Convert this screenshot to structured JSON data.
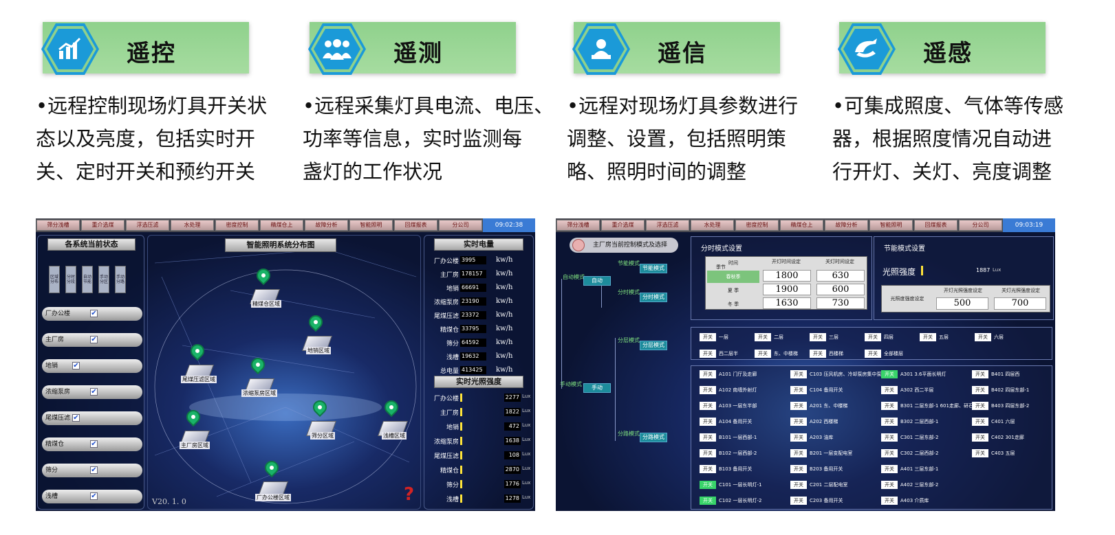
{
  "features": [
    {
      "title": "遥控",
      "icon": "chart-growth-icon",
      "lines": [
        "•远程控制现场灯具开关状",
        "态以及亮度，包括实时开",
        "关、定时开关和预约开关"
      ]
    },
    {
      "title": "遥测",
      "icon": "group-people-icon",
      "lines": [
        "•远程采集灯具电流、电压、",
        "功率等信息，实时监测每",
        "盏灯的工作状况"
      ]
    },
    {
      "title": "遥信",
      "icon": "person-laptop-icon",
      "lines": [
        "•远程对现场灯具参数进行",
        "调整、设置，包括照明策",
        "略、照明时间的调整"
      ]
    },
    {
      "title": "遥感",
      "icon": "hand-signal-icon",
      "lines": [
        "•可集成照度、气体等传感",
        "器，根据照度情况自动进",
        "行开灯、关灯、亮度调整"
      ]
    }
  ],
  "left_screen": {
    "tabs": [
      "筛分浅槽",
      "重介选煤",
      "浮选压滤",
      "水处理",
      "密度控制",
      "精煤仓上",
      "故障分析",
      "智能照明",
      "回煤报表",
      "分公司"
    ],
    "clock": "09:02:38",
    "status_title": "各系统当前状态",
    "status_buttons": [
      "区域分布",
      "分时分段",
      "自动节能",
      "手动分区",
      "手动分路"
    ],
    "systems": [
      "厂办公楼",
      "主厂房",
      "地销",
      "浓缩泵房",
      "尾煤压滤",
      "精煤仓",
      "筛分",
      "浅槽"
    ],
    "map_title": "智能照明系统分布图",
    "buildings": [
      "精煤仓区域",
      "地销区域",
      "尾煤压滤区域",
      "浓缩泵房区域",
      "主厂房区域",
      "筛分区域",
      "浅槽区域",
      "厂办公楼区域"
    ],
    "version": "V20. 1. 0",
    "help": "?",
    "energy_title": "实时电量",
    "energy": [
      [
        "厂办公楼",
        "3995"
      ],
      [
        "主厂房",
        "178157"
      ],
      [
        "地销",
        "66691"
      ],
      [
        "浓缩泵房",
        "23190"
      ],
      [
        "尾煤压滤",
        "23372"
      ],
      [
        "精煤仓",
        "33795"
      ],
      [
        "筛分",
        "64592"
      ],
      [
        "浅槽",
        "19632"
      ],
      [
        "总电量",
        "413425"
      ]
    ],
    "energy_unit": "kw/h",
    "lux_title": "实时光照强度",
    "lux": [
      [
        "厂办公楼",
        "2277"
      ],
      [
        "主厂房",
        "1822"
      ],
      [
        "地销",
        "472"
      ],
      [
        "浓缩泵房",
        "1638"
      ],
      [
        "尾煤压滤",
        "108"
      ],
      [
        "精煤仓",
        "2870"
      ],
      [
        "筛分",
        "1776"
      ],
      [
        "浅槽",
        "1278"
      ]
    ],
    "lux_unit": "Lux"
  },
  "right_screen": {
    "tabs": [
      "筛分浅槽",
      "重介选煤",
      "浮选压滤",
      "水处理",
      "密度控制",
      "精煤仓上",
      "故障分析",
      "智能照明",
      "回煤报表",
      "分公司"
    ],
    "clock": "09:03:19",
    "header": "主厂房当前控制模式及选择",
    "auto_mode": "自动模式",
    "auto_btn": "自动",
    "energy_mode": "节能模式",
    "time_mode": "分时模式",
    "energy_btn": "节能模式",
    "time_btn": "分时模式",
    "manual_mode": "手动模式",
    "manual_btn": "手动",
    "floor_mode": "分层模式",
    "floor_btn": "分层模式",
    "road_mode": "分路模式",
    "road_btn": "分路模式",
    "time_setting_title": "分时模式设置",
    "season_hdr": "季节",
    "time_hdr": "时间",
    "open_hdr": "开灯时间设定",
    "close_hdr": "关灯时间设定",
    "seasons": [
      [
        "春秋季",
        "1800",
        "630"
      ],
      [
        "夏 季",
        "1900",
        "600"
      ],
      [
        "冬 季",
        "1630",
        "730"
      ]
    ],
    "energy_setting_title": "节能模式设置",
    "lux_label": "光照强度",
    "lux_val": "1887",
    "lux_unit": "Lux",
    "lux_set_label": "光照度强度设定",
    "lux_open_hdr": "开灯光照强度设定",
    "lux_close_hdr": "关灯光照强度设定",
    "lux_open": "500",
    "lux_close": "700",
    "switch_label": "开关",
    "floors": [
      "一层",
      "二层",
      "三层",
      "四层",
      "五层",
      "六层",
      "西二层半",
      "东、中楼梯",
      "西楼梯",
      "全部楼层"
    ],
    "roads": [
      [
        "A101 门厅及走廊",
        "C103 压风机房、冷却泵房集中泵房",
        "A301 3.6平面长明灯",
        "B401 四层西"
      ],
      [
        "A102 南墙外射灯",
        "C104 备用开关",
        "A302 西二半层",
        "B402 四层东部-1"
      ],
      [
        "A103 一层东半部",
        "A201 东、中楼梯",
        "B301 二层东部-1 601走廊、研石仓",
        "B403 四层东部-2"
      ],
      [
        "A104 备用开关",
        "A202 西楼梯",
        "B302 二层西部-1",
        "C401 六层"
      ],
      [
        "B101 一层西部-1",
        "A203 油库",
        "C301 二层东部-2",
        "C402 301走廊"
      ],
      [
        "B102 一层西部-2",
        "B201 一层变配电室",
        "C302 二层西部-2",
        "C403 五层"
      ],
      [
        "B103 备用开关",
        "B203 备用开关",
        "A401 三层东部-1",
        ""
      ],
      [
        "C101 一层长明灯-1",
        "C201 二层配电室",
        "A402 三层东部-2",
        ""
      ],
      [
        "C102 一层长明灯-2",
        "C203 备用开关",
        "A403 介质库",
        ""
      ]
    ]
  }
}
